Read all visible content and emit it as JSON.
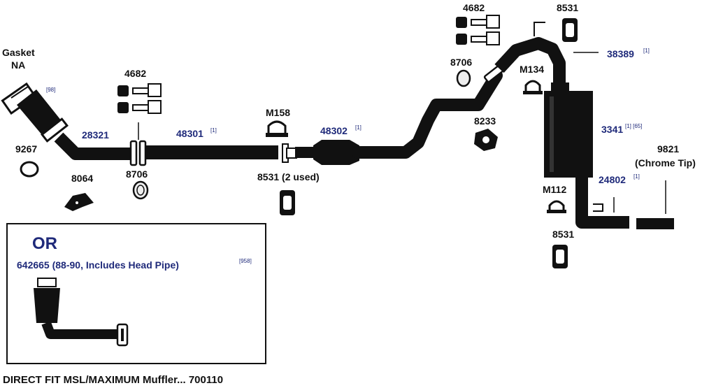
{
  "colors": {
    "pipe": "#111111",
    "blue_label": "#1f2a7a",
    "background": "#ffffff"
  },
  "labels": {
    "gasket": "Gasket",
    "gasket_na": "NA",
    "sup_98": "[98]",
    "p28321": "28321",
    "p9267": "9267",
    "p8064": "8064",
    "p8706_left": "8706",
    "p4682_left": "4682",
    "p48301": "48301",
    "sup_48301": "[1]",
    "pM158": "M158",
    "p48302": "48302",
    "sup_48302": "[1]",
    "p8531_2used": "8531 (2 used)",
    "p4682_right": "4682",
    "p8706_right": "8706",
    "p8233": "8233",
    "pM134": "M134",
    "p8531_top": "8531",
    "p38389": "38389",
    "sup_38389": "[1]",
    "p3341": "3341",
    "sup_3341": "[1] [65]",
    "p9821": "9821",
    "p9821_tip": "(Chrome Tip)",
    "pM112": "M112",
    "p24802": "24802",
    "sup_24802": "[1]",
    "p8531_bottom": "8531"
  },
  "or_box": {
    "heading": "OR",
    "text": "642665 (88-90, Includes Head Pipe)",
    "sup": "[958]"
  },
  "footer": "DIRECT FIT MSL/MAXIMUM Muffler... 700110"
}
